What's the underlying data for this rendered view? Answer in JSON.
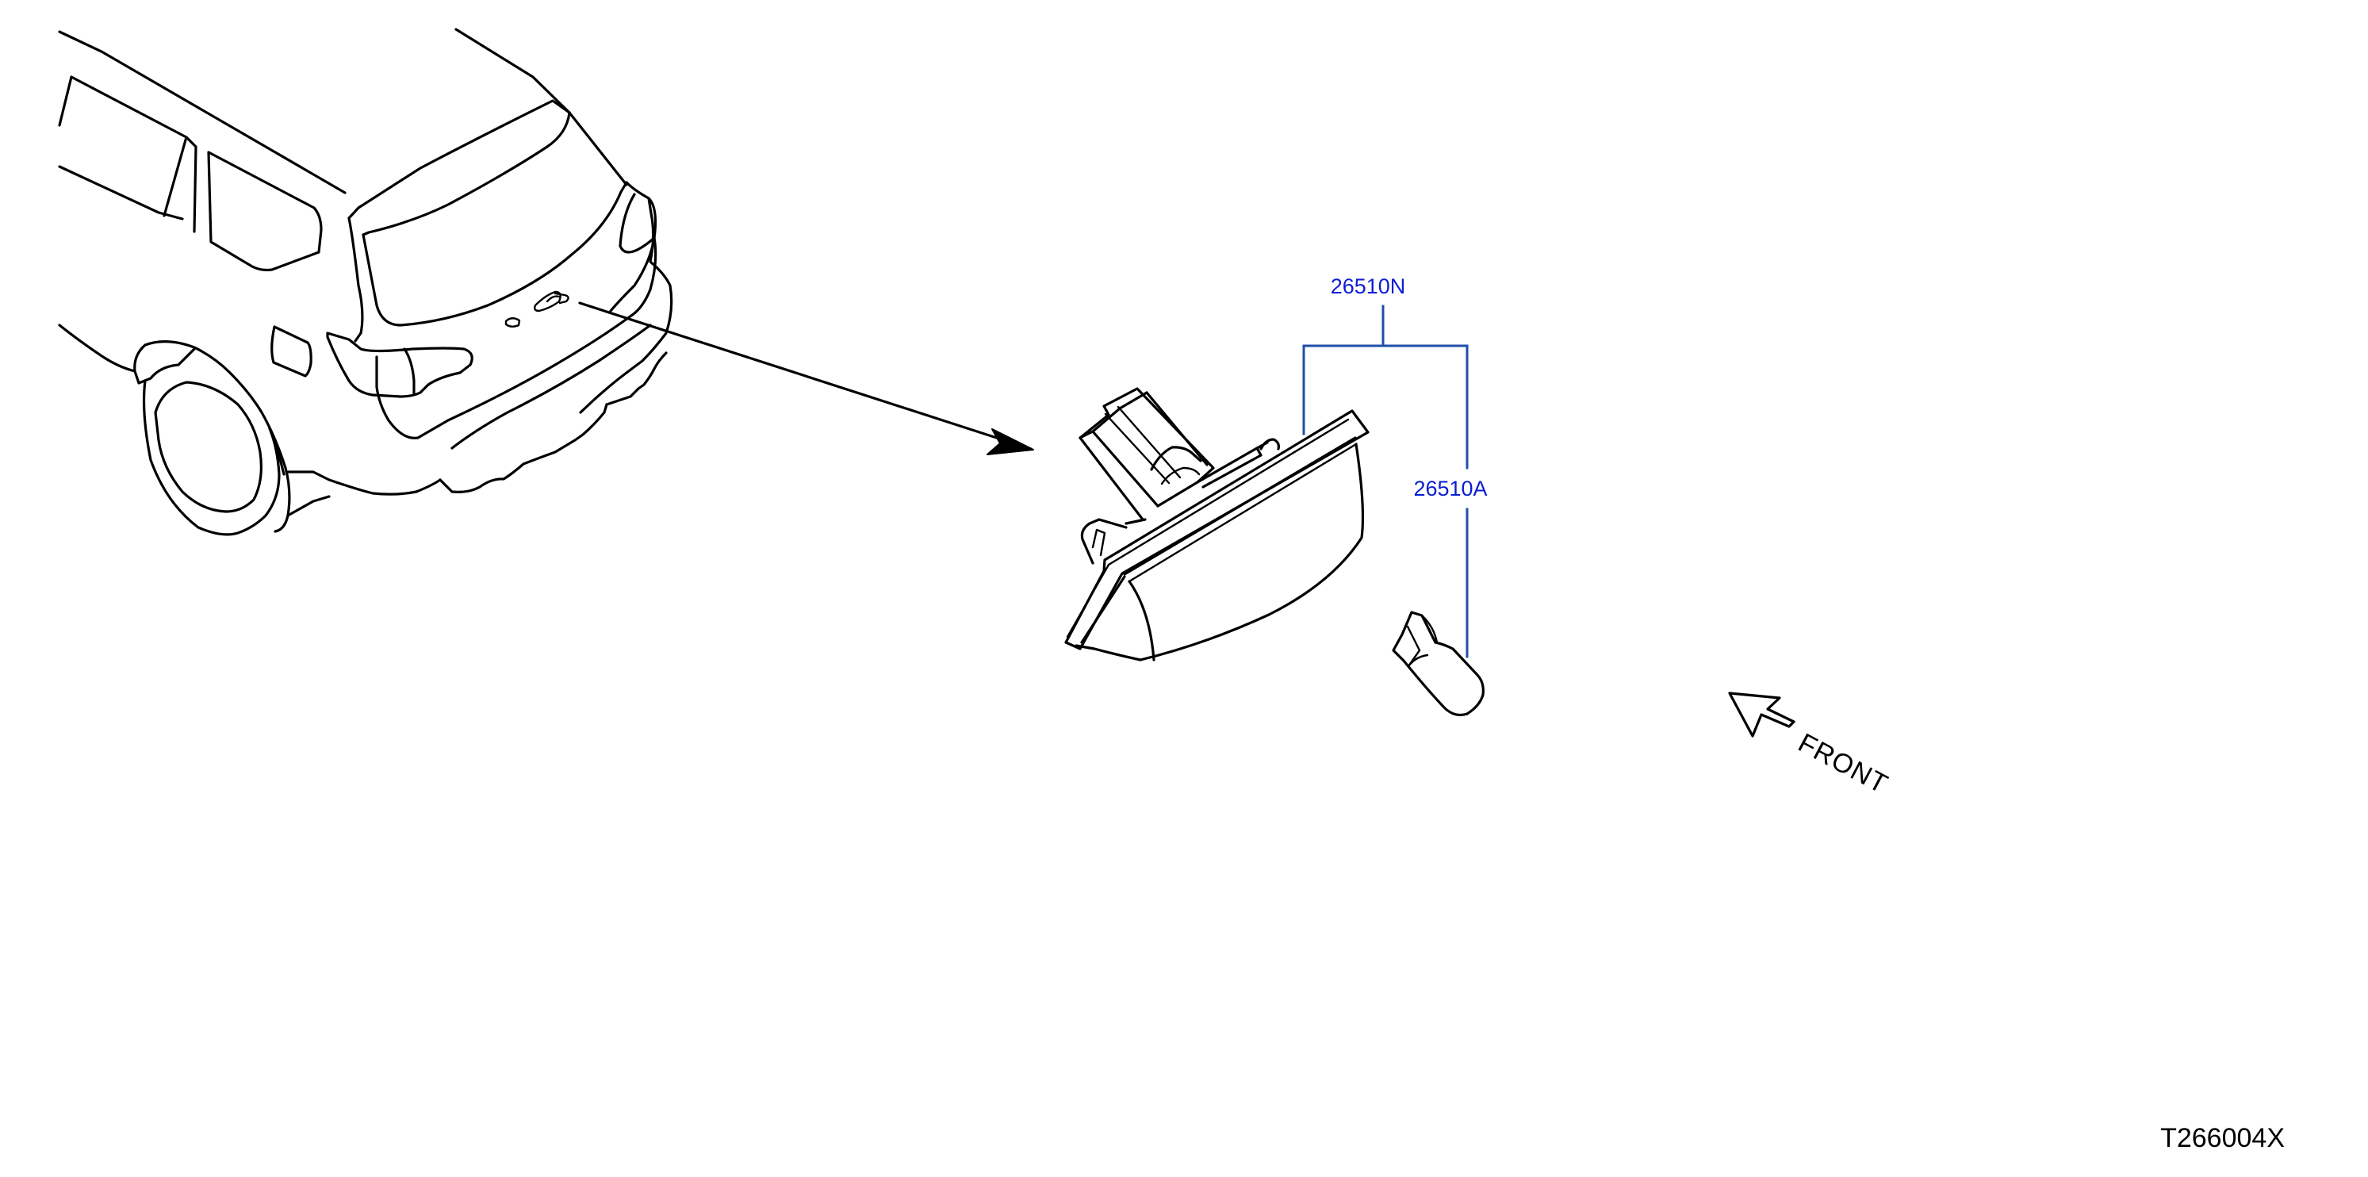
{
  "parts": [
    {
      "part_number": "26510N"
    },
    {
      "part_number": "26510A"
    }
  ],
  "direction_label": "FRONT",
  "illustration_code": "T266004X",
  "colors": {
    "callout_text": "#0a1ed2",
    "leader_line": "#1f4fa8",
    "ink": "#000000",
    "background": "#ffffff"
  }
}
